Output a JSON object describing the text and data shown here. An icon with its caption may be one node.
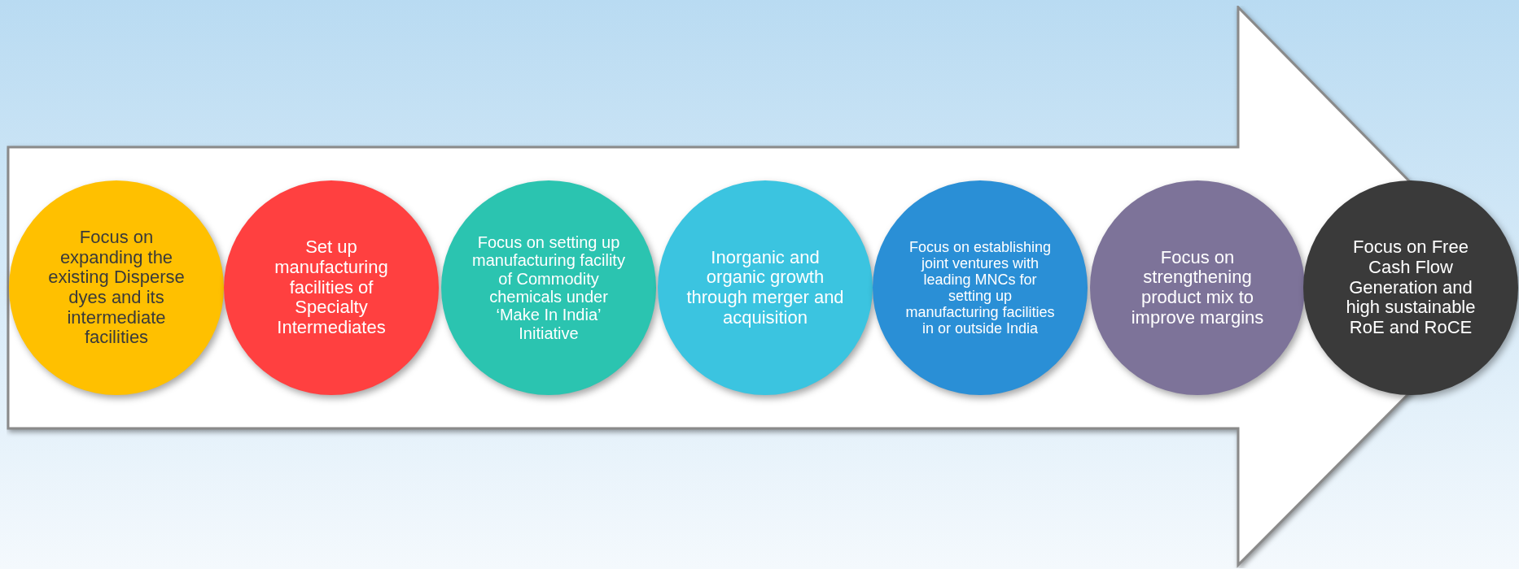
{
  "diagram": {
    "nodes": [
      {
        "text": [],
        "shape": "arrow"
      },
      {
        "text": [
          "Focus on expanding the existing Disperse dyes and its intermediate facilities"
        ],
        "in": 0
      },
      {
        "text": [
          "Set up manufacturing facilities of Specialty Intermediates"
        ],
        "in": 0
      },
      {
        "text": [
          "Focus on setting up manufacturing facility of Commodity chemicals under ‘Make In India’ Initiative"
        ],
        "in": 0
      },
      {
        "text": [
          "Inorganic and organic growth through merger and acquisition"
        ],
        "in": 0
      },
      {
        "text": [
          "Focus on establishing joint ventures with leading MNCs for setting up manufacturing facilities in or outside India"
        ],
        "in": 0
      },
      {
        "text": [
          "Focus on strengthening product mix to improve margins"
        ],
        "in": 0
      },
      {
        "text": [
          "Focus on Free Cash Flow Generation and high sustainable RoE and RoCE"
        ],
        "in": 0
      }
    ]
  }
}
